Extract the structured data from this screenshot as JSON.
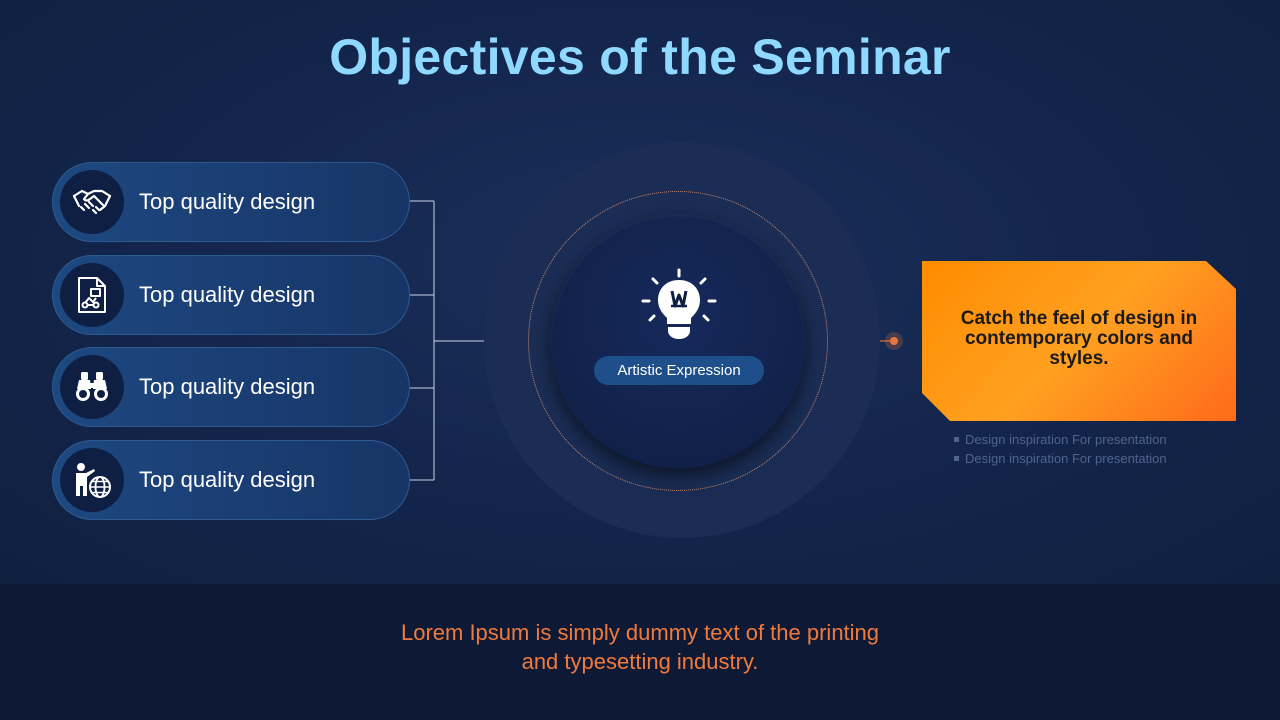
{
  "title": "Objectives of the Seminar",
  "items": [
    {
      "label": "Top quality design",
      "icon": "handshake-icon"
    },
    {
      "label": "Top quality design",
      "icon": "document-chart-icon"
    },
    {
      "label": "Top quality design",
      "icon": "binoculars-icon"
    },
    {
      "label": "Top quality design",
      "icon": "presenter-globe-icon"
    }
  ],
  "center": {
    "icon": "lightbulb-icon",
    "label": "Artistic Expression"
  },
  "callout": {
    "text": "Catch the feel of design in contemporary colors and styles."
  },
  "bullets": [
    "Design inspiration For presentation",
    "Design inspiration For presentation"
  ],
  "footer": {
    "line1": "Lorem Ipsum is simply dummy text of the printing",
    "line2": "and typesetting industry."
  },
  "colors": {
    "title": "#8fd8ff",
    "accent": "#ff8c00",
    "footer_text": "#f07a3c",
    "background": "#13244a"
  }
}
